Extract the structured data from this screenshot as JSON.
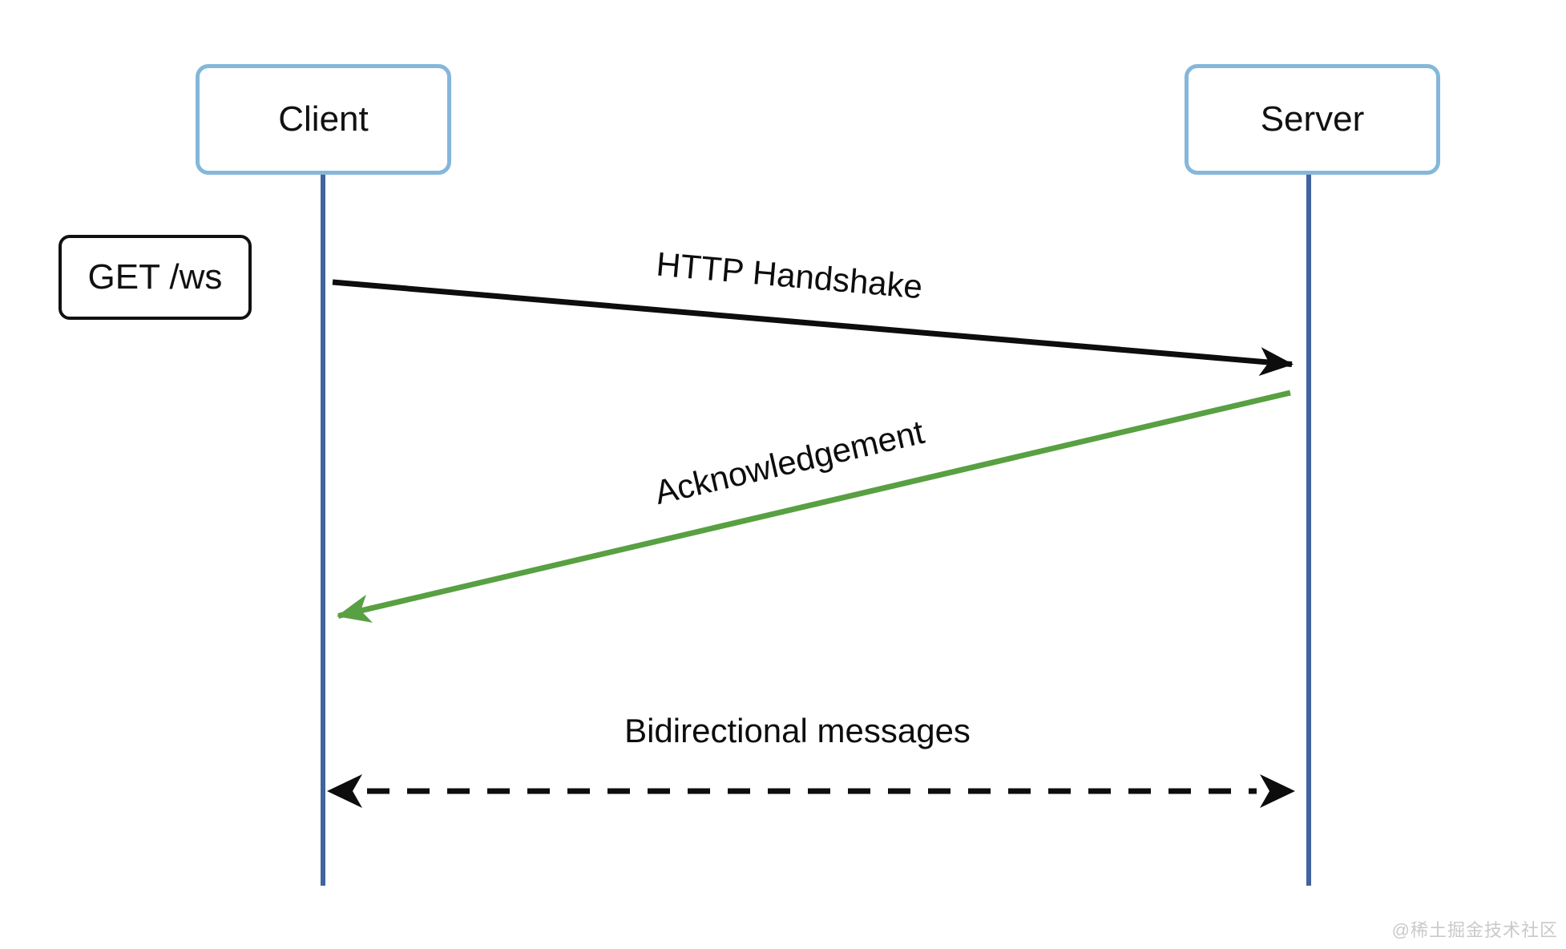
{
  "diagram": {
    "actors": [
      {
        "label": "Client"
      },
      {
        "label": "Server"
      }
    ],
    "request_note": {
      "label": "GET /ws"
    },
    "messages": [
      {
        "label": "HTTP Handshake",
        "from": "Client",
        "to": "Server",
        "line_style": "solid",
        "color": "#0d0d0d"
      },
      {
        "label": "Acknowledgement",
        "from": "Server",
        "to": "Client",
        "line_style": "solid",
        "color": "#58a042"
      },
      {
        "label": "Bidirectional messages",
        "from": "Client",
        "to": "Server",
        "direction": "both",
        "line_style": "dashed",
        "color": "#0d0d0d"
      }
    ],
    "watermark": "@稀土掘金技术社区"
  },
  "colors": {
    "background": "#ffffff",
    "actor_border": "#84b7da",
    "lifeline": "#41639e",
    "arrow_black": "#0d0d0d",
    "arrow_green": "#58a042",
    "watermark": "#c9c9c9"
  }
}
